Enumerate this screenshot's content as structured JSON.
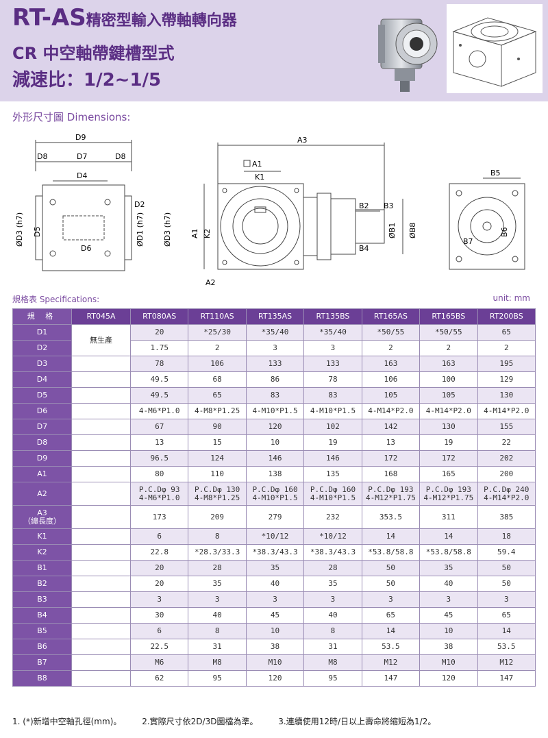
{
  "header": {
    "title_model": "RT-AS",
    "title_name": "精密型輸入帶軸轉向器",
    "subtitle": "CR 中空軸帶鍵槽型式",
    "ratio": "減速比：1/2~1/5"
  },
  "dimensions": {
    "title": "外形尺寸圖 Dimensions:",
    "labels": {
      "D9": "D9",
      "D8": "D8",
      "D7": "D7",
      "D4": "D4",
      "D2": "D2",
      "D5": "D5",
      "D6": "D6",
      "D1": "ØD1 (h7)",
      "D3": "ØD3 (h7)",
      "A3": "A3",
      "A1": "A1",
      "K1": "K1",
      "K2": "K2",
      "A2": "A2",
      "B1": "ØB1",
      "B2": "B2",
      "B3": "B3",
      "B4": "B4",
      "B8": "ØB8",
      "B5": "B5",
      "B6": "B6",
      "B7": "B7"
    }
  },
  "specs": {
    "title": "規格表 Specifications:",
    "unit": "unit: mm",
    "header_label": "規 格",
    "columns": [
      "RT045A",
      "RT080AS",
      "RT110AS",
      "RT135AS",
      "RT135BS",
      "RT165AS",
      "RT165BS",
      "RT200BS"
    ],
    "rt045_note": "無生產",
    "rows": [
      {
        "label": "D1",
        "values": [
          "20",
          "*25/30",
          "*35/40",
          "*35/40",
          "*50/55",
          "*50/55",
          "65"
        ]
      },
      {
        "label": "D2",
        "values": [
          "1.75",
          "2",
          "3",
          "3",
          "2",
          "2",
          "2"
        ]
      },
      {
        "label": "D3",
        "values": [
          "78",
          "106",
          "133",
          "133",
          "163",
          "163",
          "195"
        ]
      },
      {
        "label": "D4",
        "values": [
          "49.5",
          "68",
          "86",
          "78",
          "106",
          "100",
          "129"
        ]
      },
      {
        "label": "D5",
        "values": [
          "49.5",
          "65",
          "83",
          "83",
          "105",
          "105",
          "130"
        ]
      },
      {
        "label": "D6",
        "values": [
          "4-M6*P1.0",
          "4-M8*P1.25",
          "4-M10*P1.5",
          "4-M10*P1.5",
          "4-M14*P2.0",
          "4-M14*P2.0",
          "4-M14*P2.0"
        ]
      },
      {
        "label": "D7",
        "values": [
          "67",
          "90",
          "120",
          "102",
          "142",
          "130",
          "155"
        ]
      },
      {
        "label": "D8",
        "values": [
          "13",
          "15",
          "10",
          "19",
          "13",
          "19",
          "22"
        ]
      },
      {
        "label": "D9",
        "values": [
          "96.5",
          "124",
          "146",
          "146",
          "172",
          "172",
          "202"
        ]
      },
      {
        "label": "A1",
        "values": [
          "80",
          "110",
          "138",
          "135",
          "168",
          "165",
          "200"
        ]
      },
      {
        "label": "A2",
        "values": [
          "P.C.Dφ 93\n4-M6*P1.0",
          "P.C.Dφ 130\n4-M8*P1.25",
          "P.C.Dφ 160\n4-M10*P1.5",
          "P.C.Dφ 160\n4-M10*P1.5",
          "P.C.Dφ 193\n4-M12*P1.75",
          "P.C.Dφ 193\n4-M12*P1.75",
          "P.C.Dφ 240\n4-M14*P2.0"
        ]
      },
      {
        "label": "A3\n（總長度）",
        "values": [
          "173",
          "209",
          "279",
          "232",
          "353.5",
          "311",
          "385"
        ]
      },
      {
        "label": "K1",
        "values": [
          "6",
          "8",
          "*10/12",
          "*10/12",
          "14",
          "14",
          "18"
        ]
      },
      {
        "label": "K2",
        "values": [
          "22.8",
          "*28.3/33.3",
          "*38.3/43.3",
          "*38.3/43.3",
          "*53.8/58.8",
          "*53.8/58.8",
          "59.4"
        ]
      },
      {
        "label": "B1",
        "values": [
          "20",
          "28",
          "35",
          "28",
          "50",
          "35",
          "50"
        ]
      },
      {
        "label": "B2",
        "values": [
          "20",
          "35",
          "40",
          "35",
          "50",
          "40",
          "50"
        ]
      },
      {
        "label": "B3",
        "values": [
          "3",
          "3",
          "3",
          "3",
          "3",
          "3",
          "3"
        ]
      },
      {
        "label": "B4",
        "values": [
          "30",
          "40",
          "45",
          "40",
          "65",
          "45",
          "65"
        ]
      },
      {
        "label": "B5",
        "values": [
          "6",
          "8",
          "10",
          "8",
          "14",
          "10",
          "14"
        ]
      },
      {
        "label": "B6",
        "values": [
          "22.5",
          "31",
          "38",
          "31",
          "53.5",
          "38",
          "53.5"
        ]
      },
      {
        "label": "B7",
        "values": [
          "M6",
          "M8",
          "M10",
          "M8",
          "M12",
          "M10",
          "M12"
        ]
      },
      {
        "label": "B8",
        "values": [
          "62",
          "95",
          "120",
          "95",
          "147",
          "120",
          "147"
        ]
      }
    ]
  },
  "notes": [
    "1. (*)新增中空軸孔徑(mm)。",
    "2.實際尺寸依2D/3D圖檔為準。",
    "3.連續使用12時/日以上壽命將縮短為1/2。"
  ],
  "colors": {
    "accent": "#5a2d83",
    "header_bg": "#dcd3ea",
    "table_head": "#6b3f96",
    "row_alt": "#ebe5f3"
  }
}
